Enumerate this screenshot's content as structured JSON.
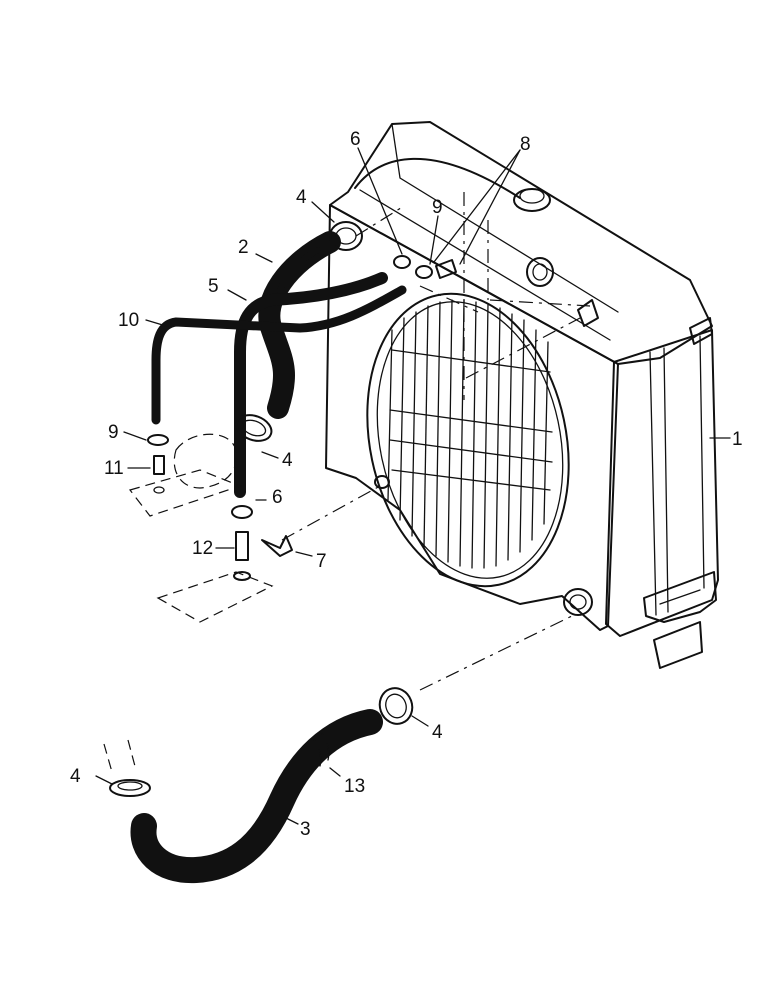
{
  "callouts": {
    "c1": "1",
    "c2": "2",
    "c3": "3",
    "c4a": "4",
    "c4b": "4",
    "c4c": "4",
    "c4d": "4",
    "c5": "5",
    "c6a": "6",
    "c6b": "6",
    "c7": "7",
    "c8": "8",
    "c9a": "9",
    "c9b": "9",
    "c10": "10",
    "c11": "11",
    "c12": "12",
    "c13": "13"
  }
}
